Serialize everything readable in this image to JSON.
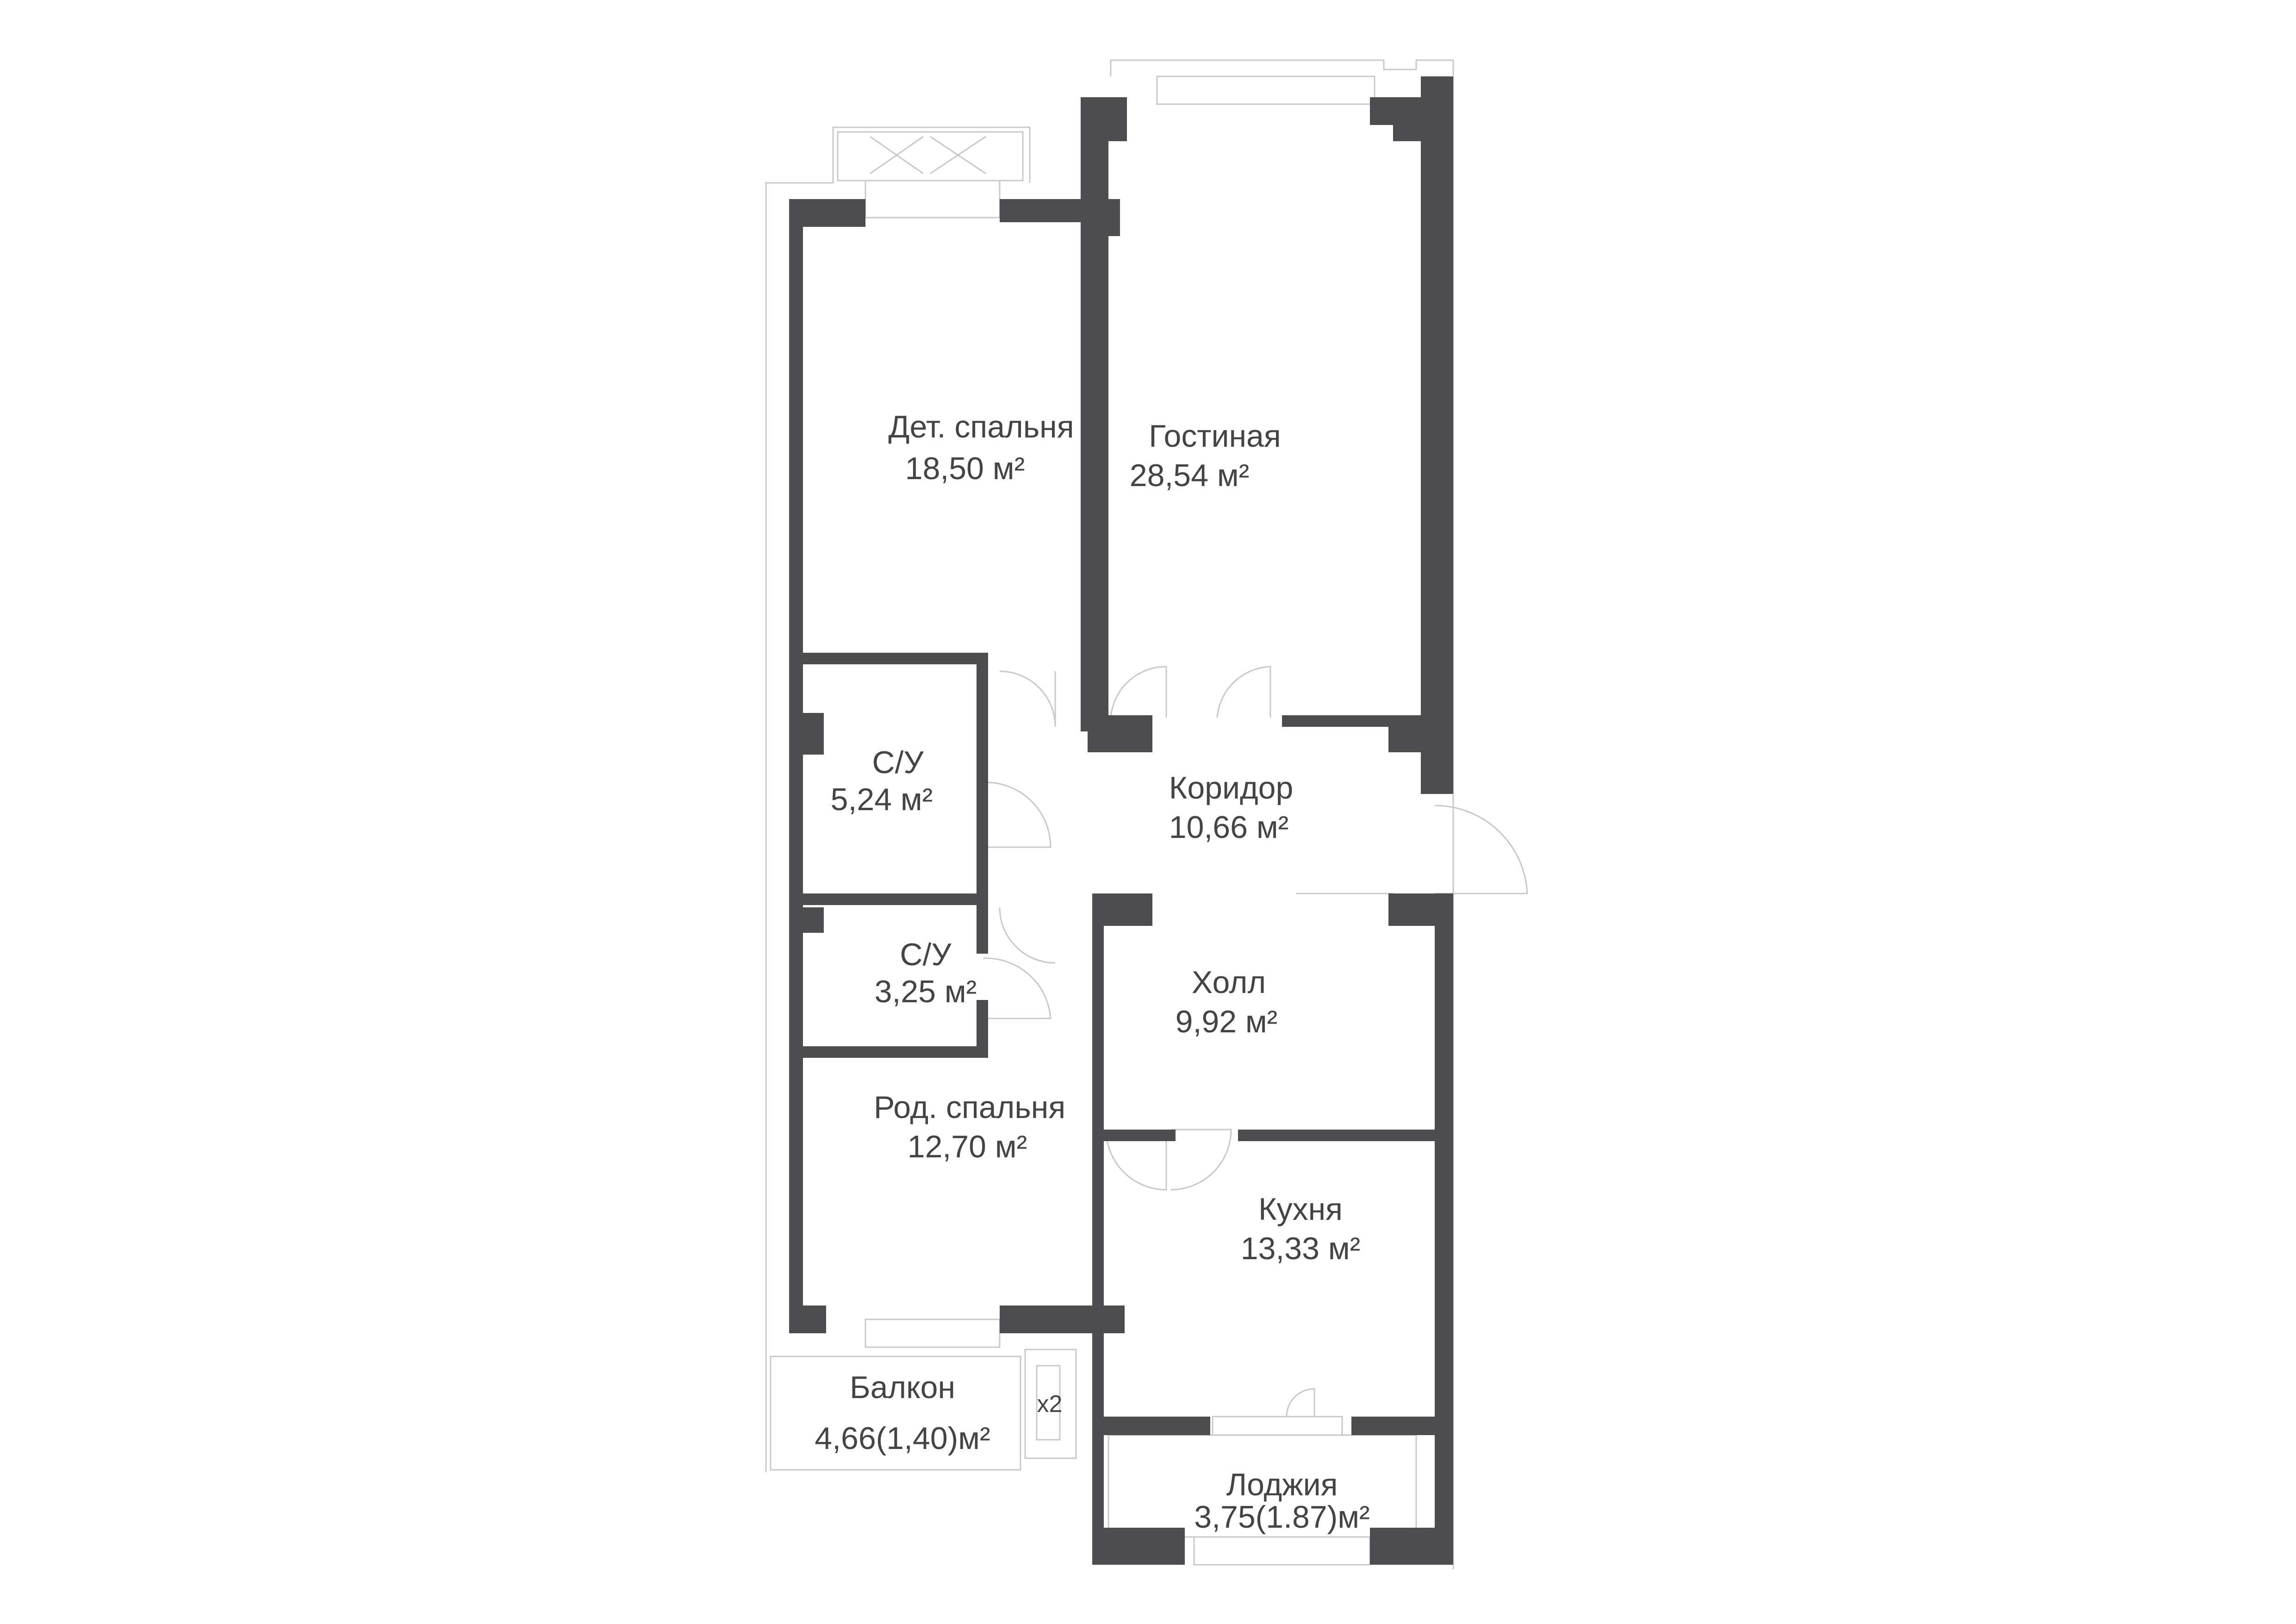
{
  "rooms": {
    "det_spalnya": {
      "name": "Дет. спальня",
      "area": "18,50 м²"
    },
    "gostinaya": {
      "name": "Гостиная",
      "area": "28,54 м²"
    },
    "su1": {
      "name": "С/У",
      "area": "5,24 м²"
    },
    "koridor": {
      "name": "Коридор",
      "area": "10,66 м²"
    },
    "su2": {
      "name": "С/У",
      "area": "3,25 м²"
    },
    "holl": {
      "name": "Холл",
      "area": "9,92 м²"
    },
    "rod_spalnya": {
      "name": "Род. спальня",
      "area": "12,70 м²"
    },
    "kuhnya": {
      "name": "Кухня",
      "area": "13,33 м²"
    },
    "balkon": {
      "name": "Балкон",
      "area": "4,66(1,40)м²"
    },
    "lodzhiya": {
      "name": "Лоджия",
      "area": "3,75(1.87)м²"
    }
  },
  "multiplier": "x2",
  "colors": {
    "wall": "#4d4d4f",
    "outline": "#c8c8ca",
    "text": "#444446",
    "background": "#ffffff"
  }
}
